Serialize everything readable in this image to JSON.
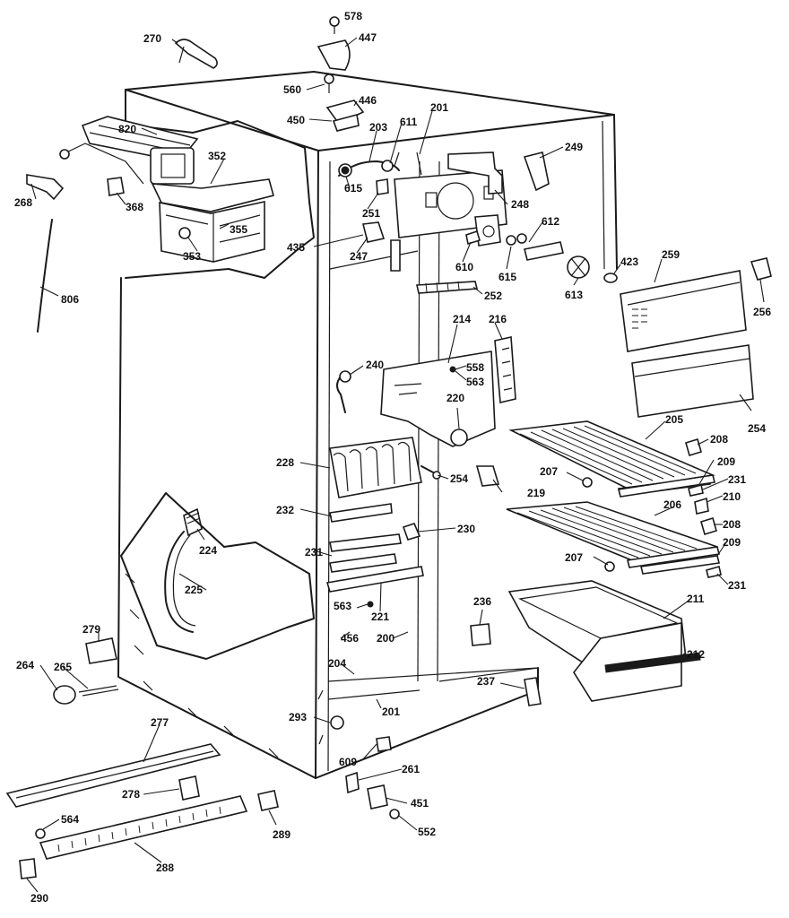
{
  "diagram": {
    "type": "exploded-parts-diagram",
    "labels": [
      "578",
      "270",
      "447",
      "560",
      "446",
      "450",
      "820",
      "611",
      "203",
      "201",
      "249",
      "615",
      "248",
      "352",
      "251",
      "268",
      "368",
      "612",
      "355",
      "353",
      "247",
      "435",
      "610",
      "615",
      "423",
      "259",
      "613",
      "256",
      "806",
      "252",
      "214",
      "216",
      "558",
      "240",
      "563",
      "254",
      "220",
      "205",
      "208",
      "228",
      "254",
      "207",
      "209",
      "231",
      "219",
      "210",
      "232",
      "206",
      "208",
      "224",
      "230",
      "231",
      "209",
      "207",
      "231",
      "225",
      "563",
      "221",
      "211",
      "236",
      "279",
      "456",
      "200",
      "212",
      "264",
      "265",
      "204",
      "237",
      "201",
      "293",
      "277",
      "609",
      "261",
      "278",
      "451",
      "564",
      "552",
      "289",
      "288",
      "290"
    ]
  }
}
